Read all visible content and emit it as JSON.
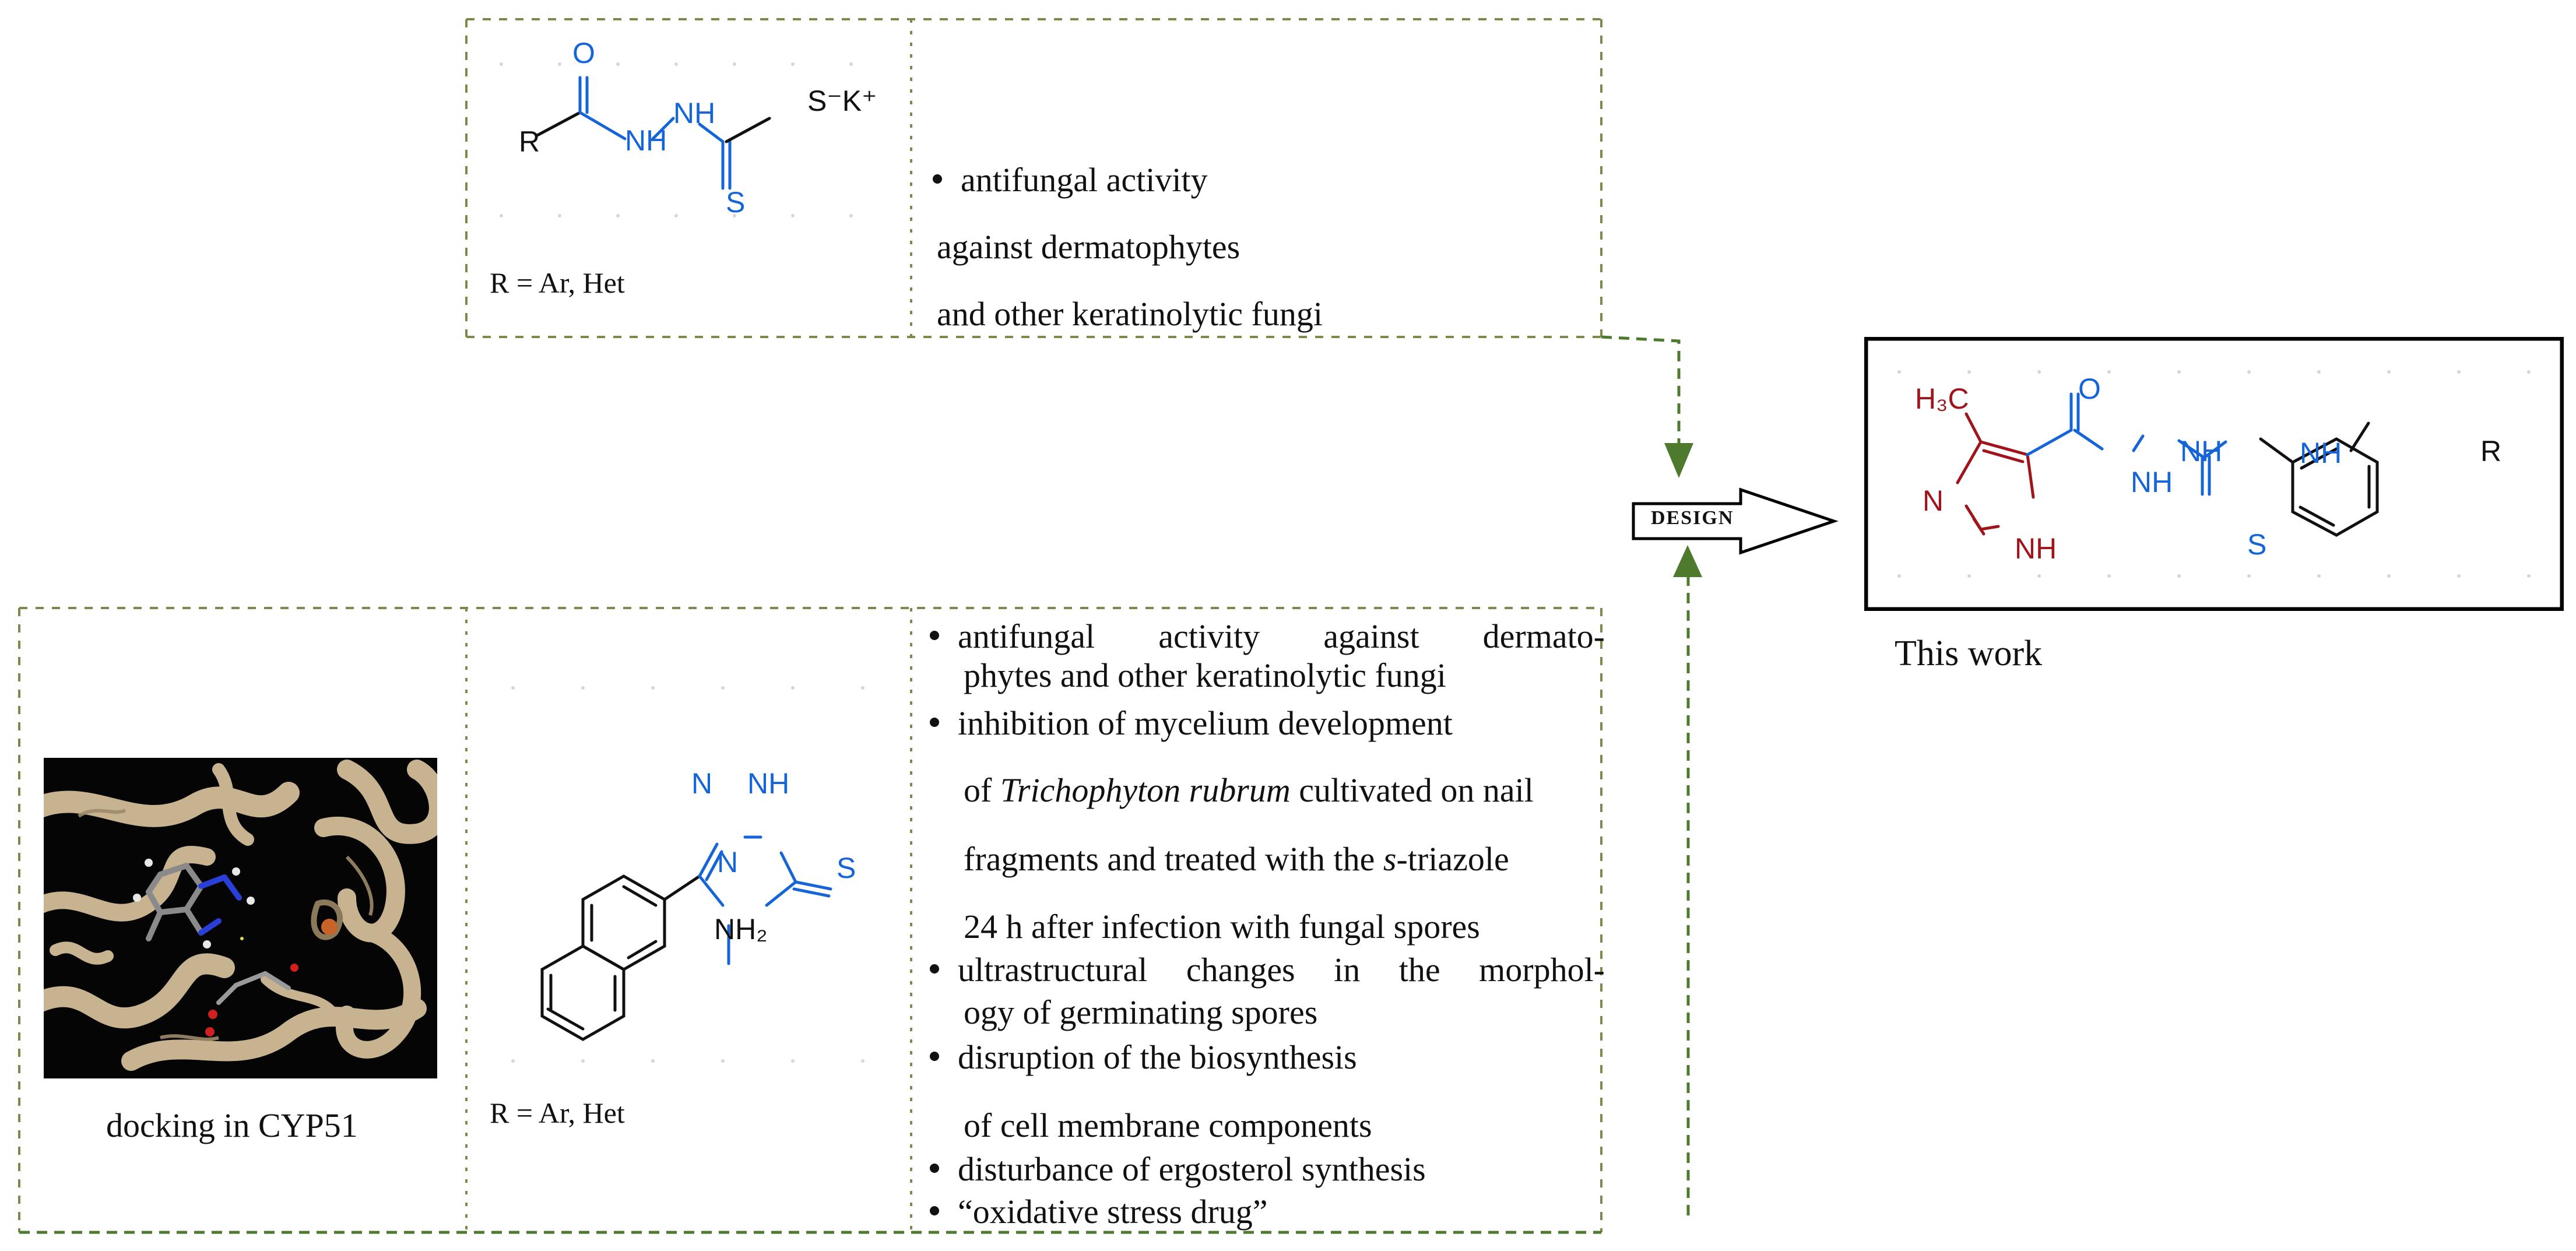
{
  "top_panel": {
    "r_label": "R = Ar, Het",
    "bullet_1": "antifungal activity",
    "line_2": "against dermatophytes",
    "line_3": "and other keratinolytic fungi"
  },
  "bottom_panel": {
    "docking_caption": "docking in CYP51",
    "r_label": "R = Ar, Het",
    "lines": {
      "b1a": "antifungal activity against dermato-",
      "b1b": "phytes and other keratinolytic fungi",
      "b2a": "inhibition of mycelium development",
      "b2b_pre": "of ",
      "b2b_italic": "Trichophyton rubrum",
      "b2b_post": " cultivated on nail",
      "b2c_pre": "fragments and treated with the ",
      "b2c_italic": "s",
      "b2c_post": "-triazole",
      "b2d": "24 h after infection with fungal spores",
      "b3a": "ultrastructural changes in the morphol-",
      "b3b": "ogy of germinating spores",
      "b4a": "disruption of the biosynthesis",
      "b4b": "of cell membrane components",
      "b5": "disturbance of ergosterol synthesis",
      "b6": "“oxidative stress drug”"
    }
  },
  "design_arrow": {
    "label": "DESIGN"
  },
  "this_work": {
    "caption": "This work"
  },
  "chem_labels": {
    "top": {
      "O": "O",
      "R": "R",
      "NH1": "NH",
      "NH2": "NH",
      "S": "S",
      "SK": "S⁻K⁺"
    },
    "triazole": {
      "N1": "N",
      "NH": "NH",
      "N4": "N",
      "S": "S",
      "NH2": "NH₂"
    },
    "target": {
      "H3C": "H₃C",
      "O": "O",
      "NH1": "NH",
      "NH2": "NH",
      "NH3": "NH",
      "S": "S",
      "N": "N",
      "NH_ring": "NH",
      "R": "R"
    }
  },
  "colors": {
    "blue": "#1565d8",
    "red": "#a0141c",
    "green": "#4e7a2e",
    "dash": "#7a8a4a",
    "tan": "#c8b390",
    "black": "#000000"
  }
}
